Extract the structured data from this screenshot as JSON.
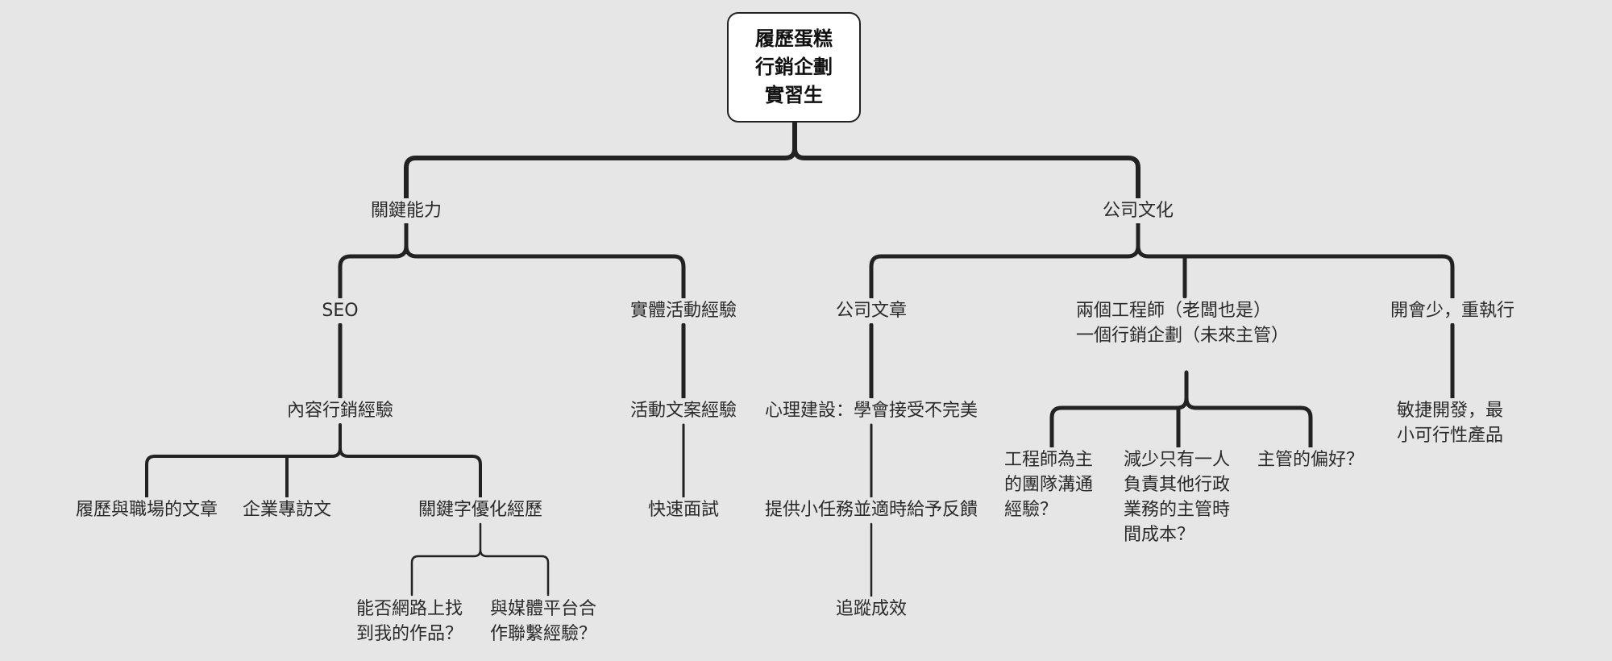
{
  "root": [
    "履歷蛋糕",
    "行銷企劃",
    "實習生"
  ],
  "nodes": {
    "key_ability": "關鍵能力",
    "company_culture": "公司文化",
    "seo": "SEO",
    "physical_events": "實體活動經驗",
    "company_articles": "公司文章",
    "two_engineers": "兩個工程師（老闆也是）一個行銷企劃（未來主管）",
    "few_meetings": "開會少，重執行",
    "content_marketing": "內容行銷經驗",
    "event_copywriting": "活動文案經驗",
    "psych_prep": "心理建設：學會接受不完美",
    "agile_dev": "敏捷開發，最小可行性產品",
    "resume_articles": "履歷與職場的文章",
    "corporate_interviews": "企業專訪文",
    "keyword_optimization": "關鍵字優化經歷",
    "quick_interview": "快速面試",
    "small_tasks": "提供小任務並適時給予反饋",
    "engineer_team_comm": "工程師為主的團隊溝通經驗？",
    "reduce_admin_cost": "減少只有一人負責其他行政業務的主管時間成本？",
    "manager_preference": "主管的偏好？",
    "findable_online": "能否網路上找到我的作品？",
    "media_collab": "與媒體平台合作聯繫經驗？",
    "track_results": "追蹤成效"
  }
}
